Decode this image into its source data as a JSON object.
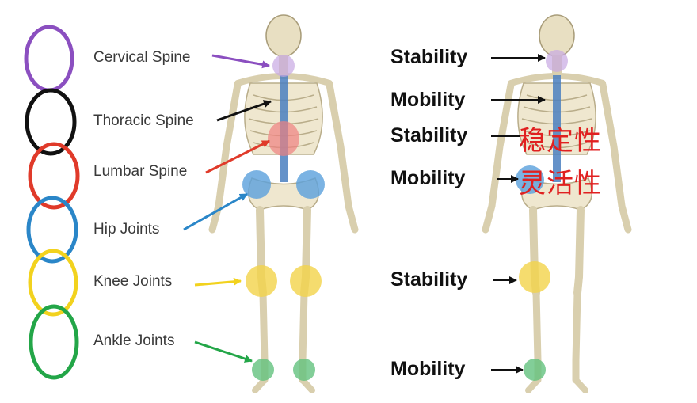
{
  "left_labels": [
    {
      "text": "Cervical Spine",
      "color": "#8b4fc0"
    },
    {
      "text": "Thoracic Spine",
      "color": "#111111"
    },
    {
      "text": "Lumbar Spine",
      "color": "#e03a2a"
    },
    {
      "text": "Hip Joints",
      "color": "#2a86c8"
    },
    {
      "text": "Knee Joints",
      "color": "#f2d21e"
    },
    {
      "text": "Ankle Joints",
      "color": "#23a648"
    }
  ],
  "right_labels": [
    "Stability",
    "Mobility",
    "Stability",
    "Mobility",
    "Stability",
    "Mobility"
  ],
  "chinese_labels": [
    "稳定性",
    "灵活性"
  ],
  "colors": {
    "bone": "#ece3c8",
    "bone_stroke": "#b9ad8a",
    "spine_blue": "#4a7fc0",
    "highlight_purple": "#c7a8e2",
    "highlight_red": "#f08080",
    "highlight_blue": "#5aa0dc",
    "highlight_yellow": "#f3d34a",
    "highlight_green": "#63c27e",
    "chinese_red": "#e02020"
  }
}
